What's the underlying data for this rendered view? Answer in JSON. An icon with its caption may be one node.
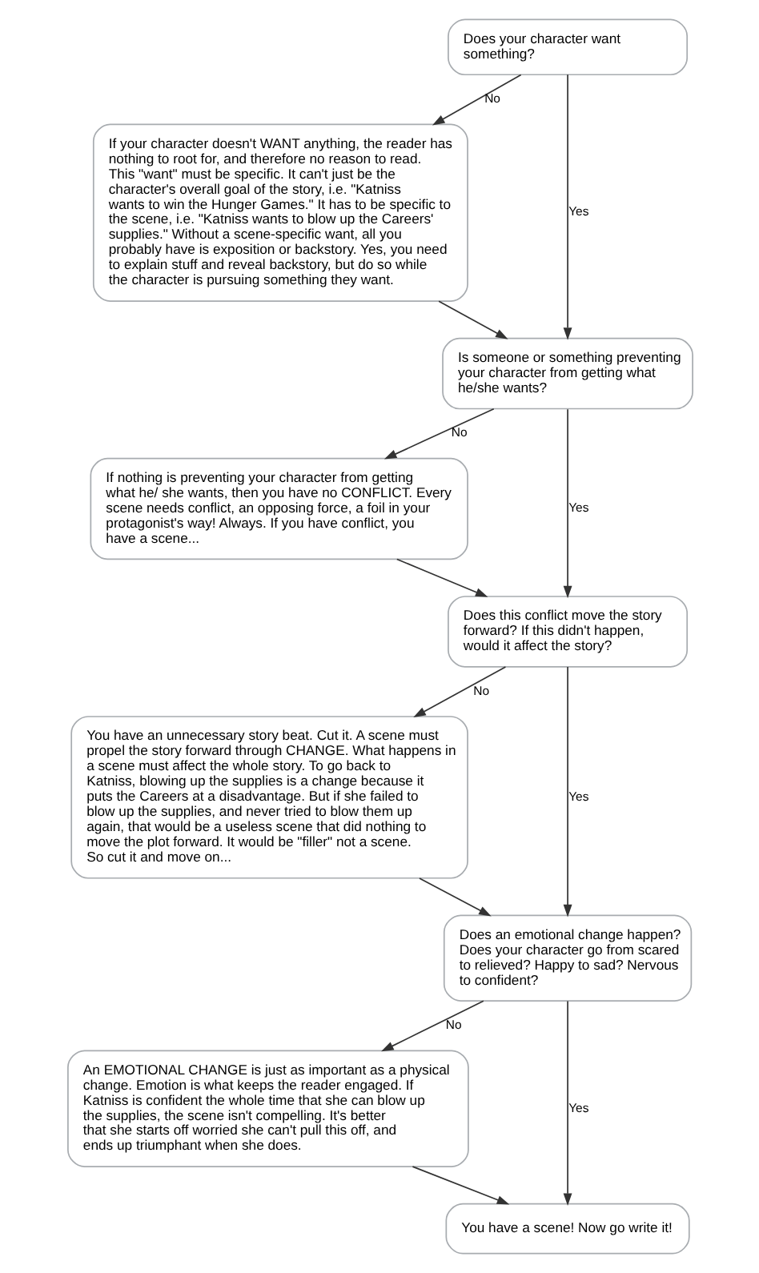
{
  "diagram": {
    "nodes": [
      {
        "text": [
          "Does your character want something?"
        ]
      },
      {
        "text": [
          "If your character doesn't WANT anything, the reader has nothing to root for, and therefore no reason to read. This \"want\" must be specific. It can't just be the character's overall goal of the story, i.e. \"Katniss wants to win the Hunger Games.\" It has to be specific to the scene, i.e. \"Katniss wants to blow up the Careers' supplies.\" Without a scene-specific want, all you probably have is exposition or backstory. Yes, you need to explain stuff and reveal backstory, but do so while the character is pursuing something they want."
        ]
      },
      {
        "text": [
          "Is someone or something preventing your character from getting what he/she wants?"
        ]
      },
      {
        "text": [
          "If nothing is preventing your character from getting what he/ she wants, then you have no CONFLICT. Every scene needs conflict, an opposing force, a foil in your protagonist's way! Always. If you have conflict, you have a scene..."
        ]
      },
      {
        "text": [
          "Does this conflict move the story forward? If this didn't happen, would it affect the story?"
        ]
      },
      {
        "text": [
          "You have an unnecessary story beat. Cut it. A scene must propel the story forward through CHANGE. What happens in a scene must affect the whole story. To go back to Katniss, blowing up the supplies is a change because it puts the Careers at a disadvantage. But if she failed to blow up the supplies, and never tried to blow them up again, that would be a useless scene that did nothing to move the plot forward. It would be \"filler\" not a scene. So cut it and move on..."
        ]
      },
      {
        "text": [
          "Does an emotional change happen? Does your character go from scared to relieved? Happy to sad? Nervous to confident?"
        ]
      },
      {
        "text": [
          "An EMOTIONAL CHANGE is just as important as a physical change. Emotion is what keeps the reader engaged. If Katniss is confident the whole time that she can blow up the supplies, the scene isn't compelling. It's better that she starts off worried she can't pull this off, and ends up triumphant when she does."
        ]
      },
      {
        "text": [
          "You have a scene! Now go write it!"
        ]
      }
    ],
    "edges": [
      {
        "from": 0,
        "to": 2,
        "arrow": "to",
        "label": "Yes"
      },
      {
        "from": 0,
        "to": 1,
        "arrow": "to",
        "label": "No"
      },
      {
        "from": 1,
        "to": 2,
        "arrow": "to"
      },
      {
        "from": 2,
        "to": 4,
        "arrow": "to",
        "label": "Yes"
      },
      {
        "from": 2,
        "to": 3,
        "arrow": "to",
        "label": "No"
      },
      {
        "from": 3,
        "to": 4,
        "arrow": "to"
      },
      {
        "from": 4,
        "to": 6,
        "arrow": "to",
        "label": "Yes"
      },
      {
        "from": 4,
        "to": 5,
        "arrow": "to",
        "label": "No"
      },
      {
        "from": 5,
        "to": 6,
        "arrow": "to"
      },
      {
        "from": 6,
        "to": 8,
        "arrow": "to",
        "label": "Yes"
      },
      {
        "from": 6,
        "to": 7,
        "arrow": "to",
        "label": "No"
      },
      {
        "from": 7,
        "to": 8,
        "arrow": "to"
      }
    ]
  }
}
